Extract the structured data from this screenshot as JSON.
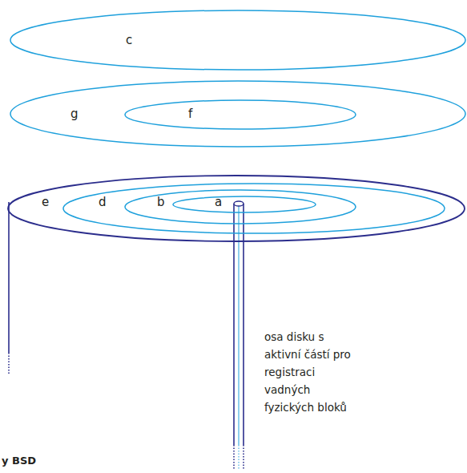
{
  "diagram": {
    "nodes": [
      {
        "text": [
          "c"
        ]
      },
      {
        "text": [
          "g"
        ]
      },
      {
        "text": [
          "f"
        ],
        "in": 1
      },
      {
        "text": [
          "e"
        ]
      },
      {
        "text": [
          "d"
        ],
        "in": 3
      },
      {
        "text": [
          "b"
        ],
        "in": 4
      },
      {
        "text": [
          "a"
        ],
        "in": 5
      }
    ],
    "labels": [
      "osa disku s aktivní částí pro registraci vadných fyzických bloků",
      "y BSD"
    ]
  }
}
